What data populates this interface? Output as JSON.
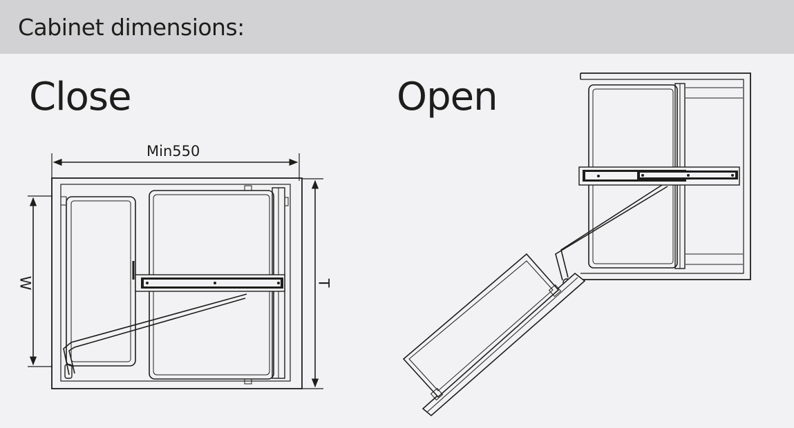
{
  "header": {
    "title": "Cabinet dimensions:"
  },
  "views": {
    "close": {
      "title": "Close"
    },
    "open": {
      "title": "Open"
    }
  },
  "dimensions": {
    "width_label": "Min550",
    "w_label": "W",
    "t_label": "T"
  },
  "colors": {
    "header_band": "#d2d2d4",
    "background": "#f2f2f4",
    "line": "#1d1d1b"
  }
}
